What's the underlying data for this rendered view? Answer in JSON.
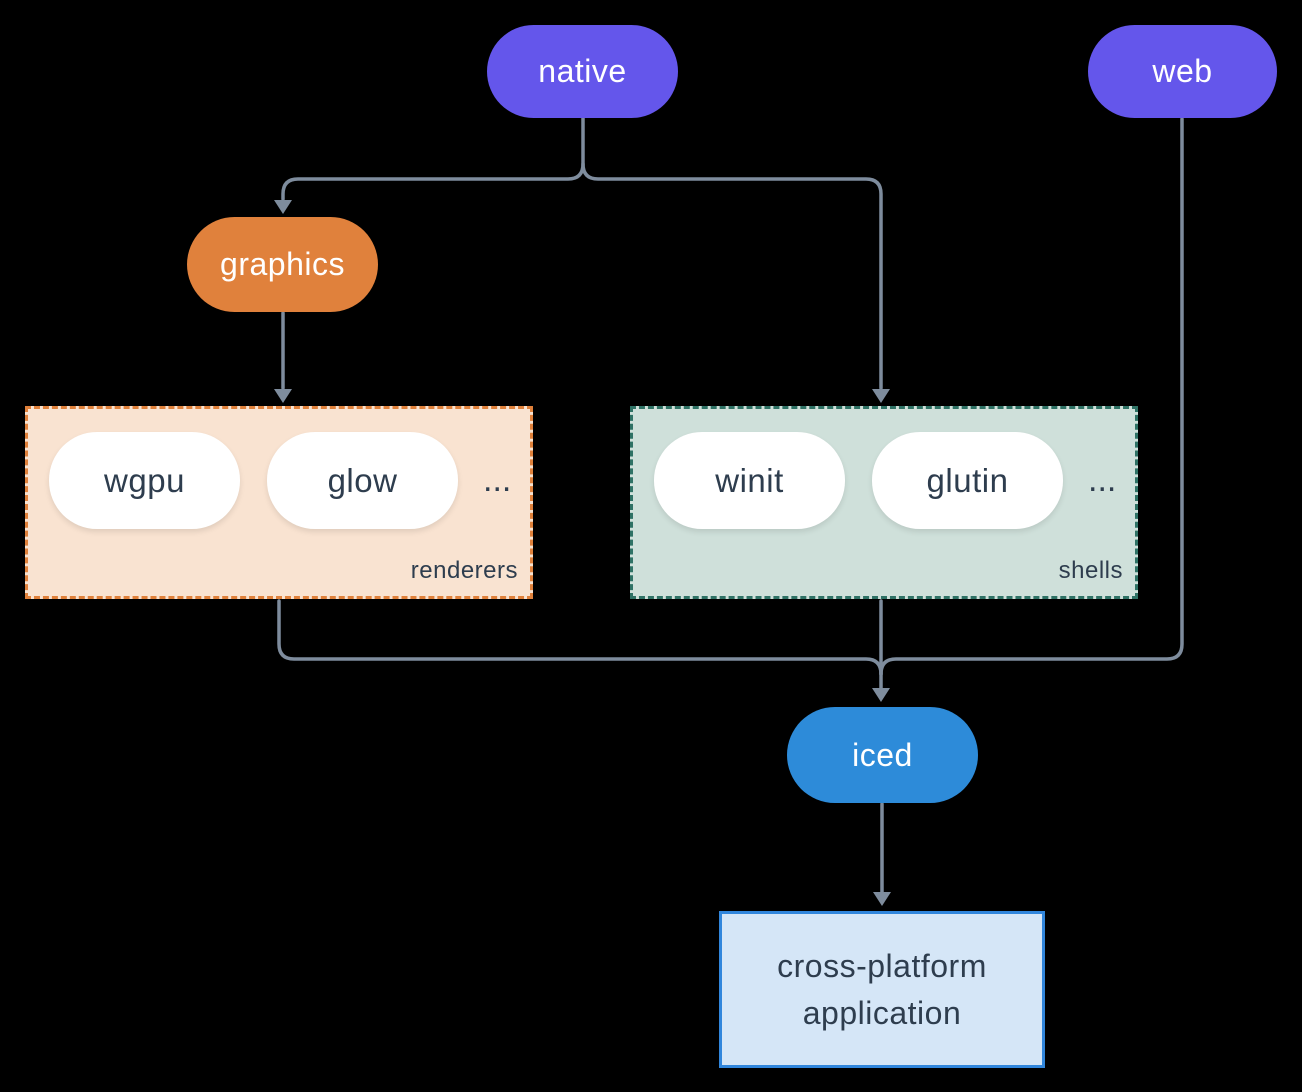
{
  "nodes": {
    "native": {
      "label": "native"
    },
    "web": {
      "label": "web"
    },
    "graphics": {
      "label": "graphics"
    },
    "iced": {
      "label": "iced"
    },
    "application": {
      "line1": "cross-platform",
      "line2": "application"
    }
  },
  "groups": {
    "renderers": {
      "label": "renderers",
      "items": [
        "wgpu",
        "glow"
      ],
      "ellipsis": "..."
    },
    "shells": {
      "label": "shells",
      "items": [
        "winit",
        "glutin"
      ],
      "ellipsis": "..."
    }
  },
  "colors": {
    "purple": "#6456EB",
    "orange": "#E0813C",
    "blue": "#2D8BD9",
    "renderers_fill": "#F9E3D1",
    "renderers_border": "#E0813B",
    "shells_fill": "#CFE0DA",
    "shells_border": "#2F7265",
    "app_fill": "#D5E6F7",
    "app_border": "#3186DC",
    "connector": "#7E8C9D",
    "text_dark": "#2E3D4E",
    "text_light": "#FFFFFF",
    "background": "#000000"
  }
}
